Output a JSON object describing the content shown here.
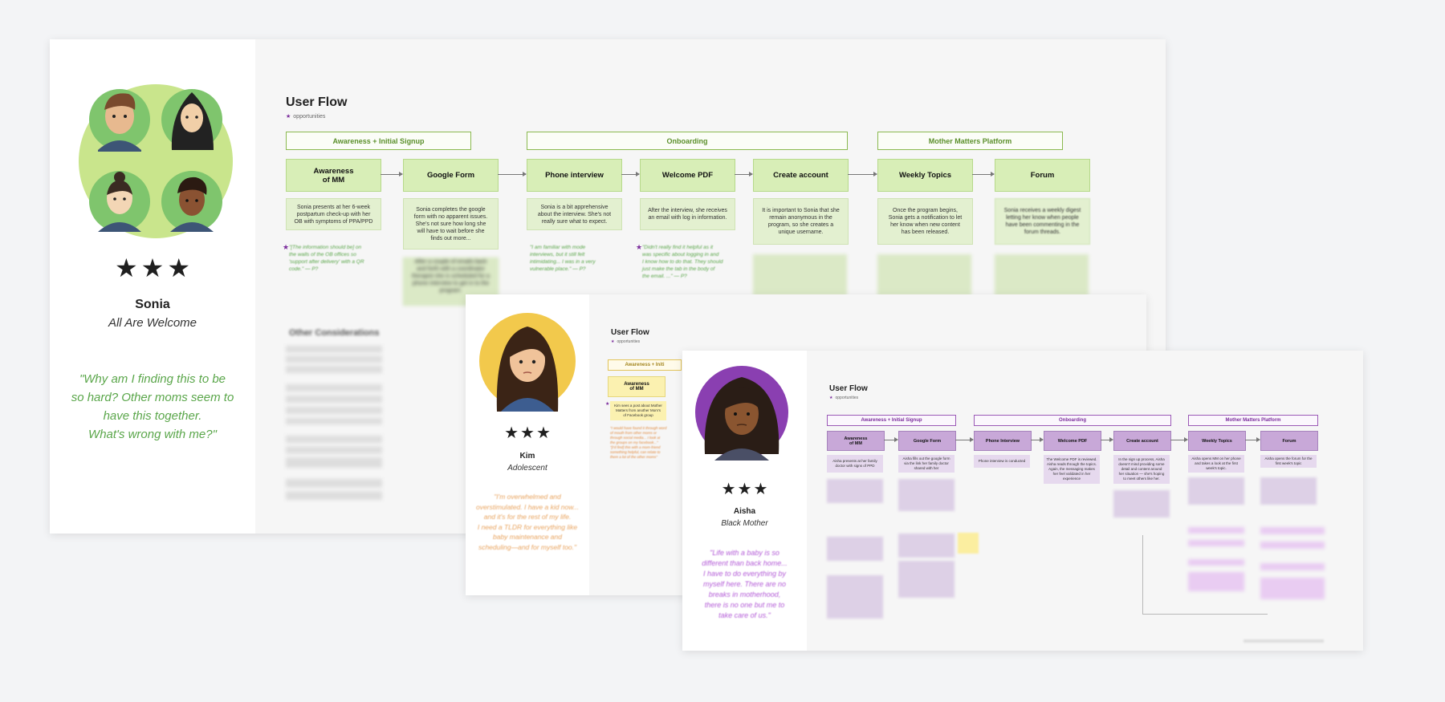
{
  "colors": {
    "accent_purple": "#7b2c9c",
    "green_box": "#d8eeb7",
    "green_phase": "#8ab94f",
    "yellow_box": "#fbf1b0",
    "purple_box": "#c8a8d8"
  },
  "sonia": {
    "name": "Sonia",
    "tagline": "All Are Welcome",
    "stars": [
      "★",
      "★",
      "★"
    ],
    "quote": [
      "\"Why am I finding this to be",
      "so hard? Other moms seem to",
      "have this together.",
      "What's wrong with me?\""
    ],
    "flow_title": "User Flow",
    "opp_label": "opportunities",
    "phases": [
      "Awareness + Initial Signup",
      "Onboarding",
      "Mother Matters Platform"
    ],
    "steps": [
      [
        "Awareness",
        "of MM"
      ],
      [
        "Google Form"
      ],
      [
        "Phone interview"
      ],
      [
        "Welcome PDF"
      ],
      [
        "Create account"
      ],
      [
        "Weekly Topics"
      ],
      [
        "Forum"
      ]
    ],
    "notes": [
      [
        "Sonia presents at her 6-week",
        "postpartum check-up with her",
        "OB with symptoms of PPA/PPD"
      ],
      [
        "Sonia completes the google",
        "form with no apparent issues.",
        "She's not sure how long she",
        "will have to wait before she",
        "finds out more..."
      ],
      [
        "Sonia is a bit apprehensive",
        "about the interview. She's not",
        "really sure what to expect."
      ],
      [
        "After the interview, she receives",
        "an email with log in information."
      ],
      [
        "It is important to Sonia that she",
        "remain anonymous in the",
        "program, so she creates a",
        "unique username."
      ],
      [
        "Once the program begins,",
        "Sonia gets a notification to let",
        "her know when new content",
        "has been released."
      ],
      [
        "Sonia receives a weekly digest",
        "letting her know when people",
        "have been commenting in the",
        "forum threads."
      ]
    ],
    "quote_notes": [
      [
        "\"[The information should be] on",
        "the walls of the OB offices so",
        "'support after delivery' with a QR",
        "code.\" — P?"
      ],
      [
        "\"I am familiar with mode",
        "interviews, but it still felt",
        "intimidating... I was in a very",
        "vulnerable place.\" — P?"
      ],
      [
        "\"Didn't really find it helpful as it",
        "was specific about logging in and",
        "I know how to do that. They should",
        "just make the tab in the body of",
        "the email. ...\" — P?"
      ]
    ],
    "blur_notes": [
      [
        "After a couple of emails back",
        "and forth with a coordinator",
        "therapist she is scheduled for a",
        "phone interview to get in to the",
        "program."
      ]
    ],
    "other_title": "Other Considerations"
  },
  "kim": {
    "name": "Kim",
    "tagline": "Adolescent",
    "stars": [
      "★",
      "★",
      "★"
    ],
    "quote": [
      "\"I'm overwhelmed and",
      "overstimulated. I have a kid now...",
      "and it's for the rest of my life.",
      "I need a TLDR for everything like",
      "baby maintenance and",
      "scheduling—and for myself too.\""
    ],
    "flow_title": "User Flow",
    "opp_label": "opportunities",
    "phase": "Awareness + Initi",
    "step": [
      "Awareness",
      "of MM"
    ],
    "note": [
      "Kim sees a post about Mother",
      "Matters from another Mom's",
      "of Facebook group"
    ],
    "quote_note": [
      "\"I would have found it through word",
      "of mouth from other moms or",
      "through social media... I look at",
      "the groups on my facebook...\"",
      "",
      "\"[I'd find] this with a mom-friend",
      "something helpful, can relate to",
      "them a lot of the other moms\""
    ]
  },
  "aisha": {
    "name": "Aisha",
    "tagline": "Black Mother",
    "stars": [
      "★",
      "★",
      "★"
    ],
    "quote": [
      "\"Life with a baby is so",
      "different than back home...",
      "I have to do everything by",
      "myself here. There are no",
      "breaks in motherhood,",
      "there is no one but me to",
      "take care of us.\""
    ],
    "flow_title": "User Flow",
    "opp_label": "opportunities",
    "phases": [
      "Awareness + Initial Signup",
      "Onboarding",
      "Mother Matters Platform"
    ],
    "steps": [
      [
        "Awareness",
        "of MM"
      ],
      [
        "Google Form"
      ],
      [
        "Phone Interview"
      ],
      [
        "Welcome PDF"
      ],
      [
        "Create account"
      ],
      [
        "Weekly Topics"
      ],
      [
        "Forum"
      ]
    ],
    "notes": [
      [
        "Aisha presents at her family",
        "doctor with signs of PPD"
      ],
      [
        "Aisha fills out the google form",
        "via the link her family doctor",
        "shared with her"
      ],
      [
        "Phone interview is conducted"
      ],
      [
        "The Welcome PDF is reviewed.",
        "Aisha reads through the topics.",
        "Again, the messaging makes",
        "her feel validated in her",
        "experience"
      ],
      [
        "In the sign up process, Aisha",
        "doesn't mind providing some",
        "detail and content around",
        "her situation — she's hoping",
        "to meet others like her."
      ],
      [
        "Aisha opens MM on her phone",
        "and takes a look at the first",
        "week's topic."
      ],
      [
        "Aisha opens the forum for the",
        "first week's topic"
      ]
    ]
  }
}
